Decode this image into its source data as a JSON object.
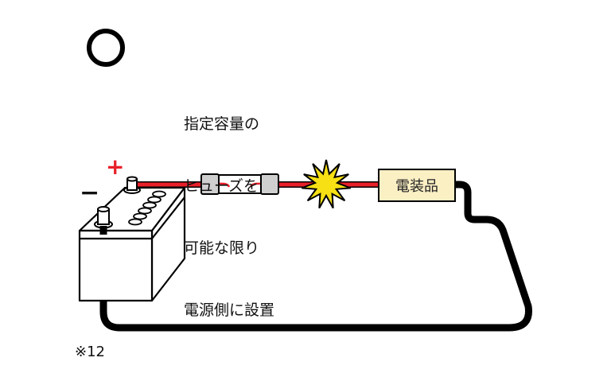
{
  "verdict": {
    "symbol": "○",
    "meaning": "correct"
  },
  "caption": {
    "lines": [
      "指定容量の",
      "ヒューズを",
      "可能な限り",
      "電源側に設置"
    ]
  },
  "battery": {
    "plus_label": "+",
    "minus_label": "−"
  },
  "device": {
    "label": "電装品"
  },
  "note": {
    "text": "※12"
  },
  "colors": {
    "positive_wire": "#e8202a",
    "ground_wire": "#000000",
    "spark": "#f7e014",
    "device_fill": "#fbefc4",
    "fuse_cap": "#cfcfcf"
  }
}
